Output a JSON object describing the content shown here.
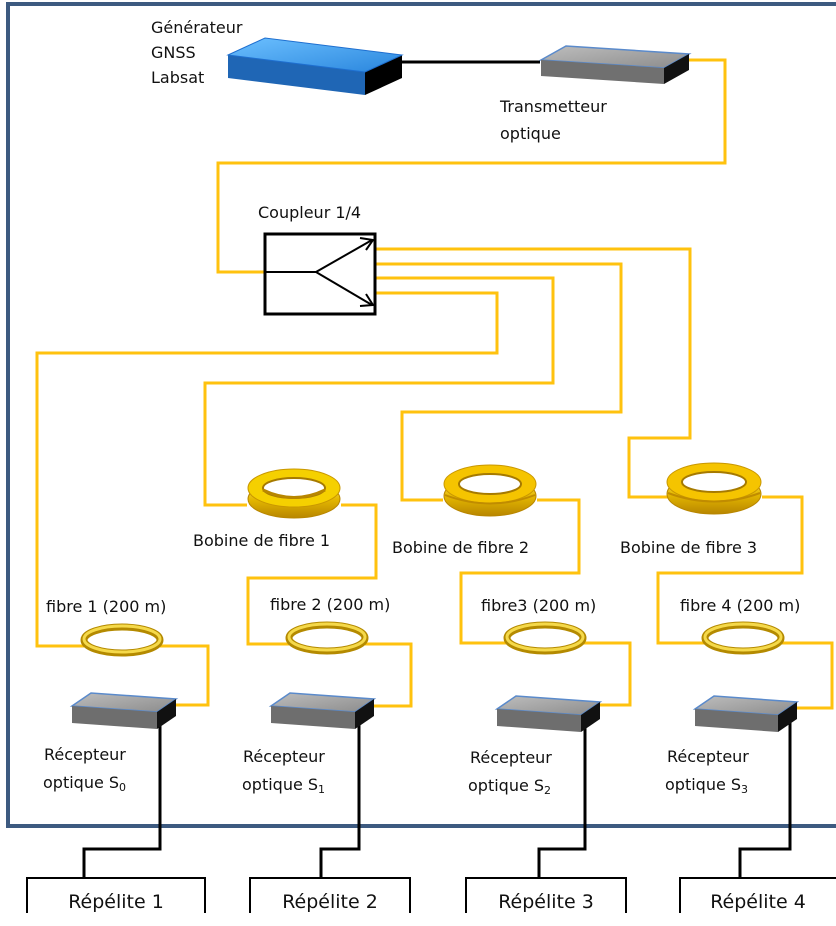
{
  "generator": {
    "line1": "Générateur",
    "line2": "GNSS",
    "line3": "Labsat"
  },
  "transmitter": {
    "line1": "Transmetteur",
    "line2": "optique"
  },
  "coupler": {
    "label": "Coupleur 1/4"
  },
  "spools": [
    {
      "label": "Bobine de fibre 1"
    },
    {
      "label": "Bobine de fibre 2"
    },
    {
      "label": "Bobine de fibre 3"
    }
  ],
  "fibers": [
    {
      "label": "fibre 1 (200 m)"
    },
    {
      "label": "fibre 2 (200 m)"
    },
    {
      "label": "fibre3 (200 m)"
    },
    {
      "label": "fibre 4 (200 m)"
    }
  ],
  "receivers": [
    {
      "line1": "Récepteur",
      "line2": "optique S",
      "sub": "0"
    },
    {
      "line1": "Récepteur",
      "line2": "optique S",
      "sub": "1"
    },
    {
      "line1": "Récepteur",
      "line2": "optique S",
      "sub": "2"
    },
    {
      "line1": "Récepteur",
      "line2": "optique S",
      "sub": "3"
    }
  ],
  "repelites": [
    {
      "label": "Répélite 1"
    },
    {
      "label": "Répélite 2"
    },
    {
      "label": "Répélite 3"
    },
    {
      "label": "Répélite 4"
    }
  ],
  "colors": {
    "fiber": "#FFC20E",
    "frame": "#3D5A80",
    "generator": "#3B9BE8",
    "device": "#8A8A8A",
    "cable": "#000000"
  }
}
